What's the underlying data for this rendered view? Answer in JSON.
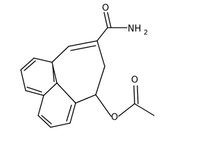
{
  "structure": {
    "atoms": {
      "carbonyl_oxygen": "O",
      "amide_nitrogen": "NH",
      "amide_subscript": "2",
      "ester_oxygen": "O",
      "acetyl_oxygen": "O"
    }
  }
}
